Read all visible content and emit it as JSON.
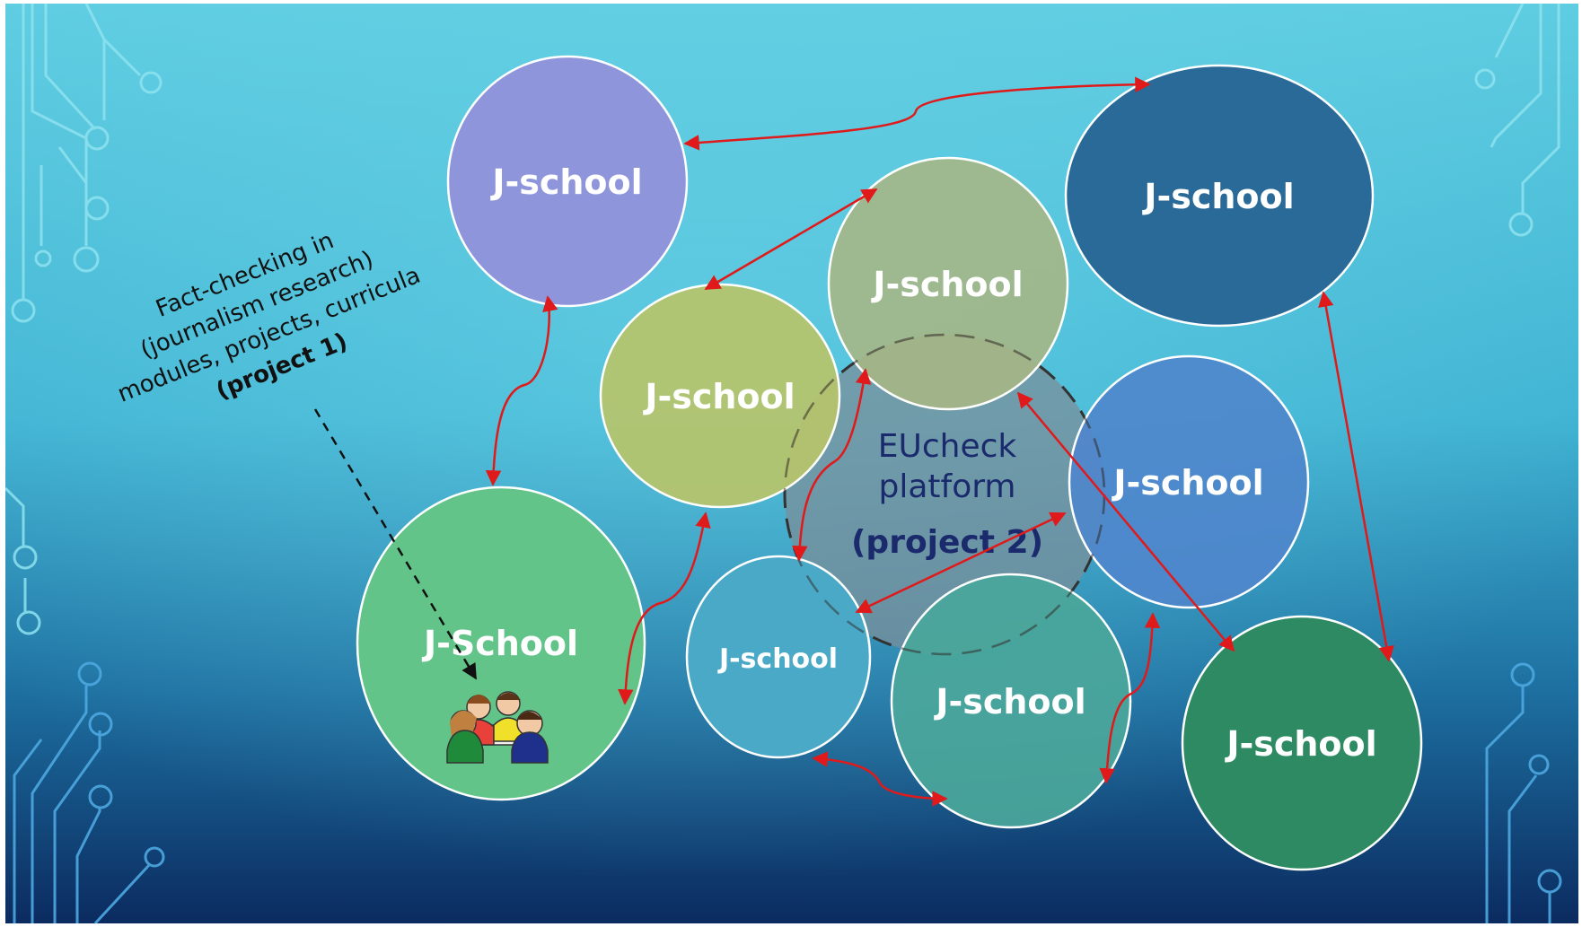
{
  "nodes": [
    {
      "id": "js-purple",
      "label": "J-school",
      "color": "#8f95db"
    },
    {
      "id": "js-darkblue",
      "label": "J-school",
      "color": "#2a6a98"
    },
    {
      "id": "js-olive-top",
      "label": "J-school",
      "color": "#a7b684"
    },
    {
      "id": "js-yellow",
      "label": "J-school",
      "color": "#b7c46a"
    },
    {
      "id": "js-green-left",
      "label": "J-School",
      "color": "#63c489"
    },
    {
      "id": "js-small",
      "label": "J-school",
      "color": "#4aa9c6"
    },
    {
      "id": "js-teal",
      "label": "J-school",
      "color": "#4aa79b"
    },
    {
      "id": "js-blue-right",
      "label": "J-school",
      "color": "#4f86cc"
    },
    {
      "id": "js-dark-green",
      "label": "J-school",
      "color": "#2e8a62"
    }
  ],
  "platform": {
    "line1": "EUcheck",
    "line2": "platform",
    "line3": "(project 2)"
  },
  "note": {
    "line1": "Fact-checking in",
    "line2": "(journalism research)",
    "line3": "modules, projects, curricula",
    "line4": "(project 1)"
  },
  "icons": [
    "students-group-icon"
  ],
  "colors": {
    "arrow": "#e01a1a",
    "background_top": "#5ccbe0",
    "background_bottom": "#0a2a5e"
  }
}
